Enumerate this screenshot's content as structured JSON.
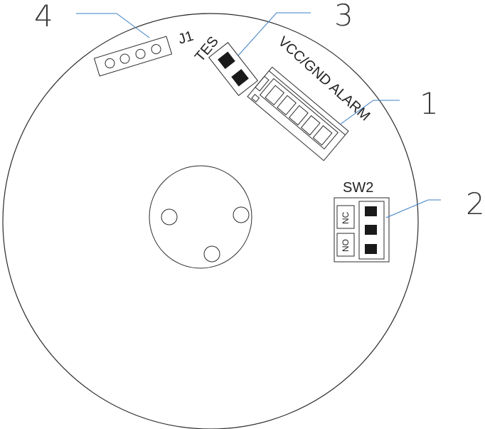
{
  "callouts": {
    "c1": "1",
    "c2": "2",
    "c3": "3",
    "c4": "4"
  },
  "labels": {
    "j1": "J1",
    "tes": "TES",
    "vcc_gnd_alarm": "VCC/GND ALARM",
    "sw2": "SW2",
    "nc": "NC",
    "no": "NO"
  },
  "colors": {
    "outline": "#2b2b2b",
    "leader": "#3d7fc4",
    "pad": "#1a1a1a"
  }
}
